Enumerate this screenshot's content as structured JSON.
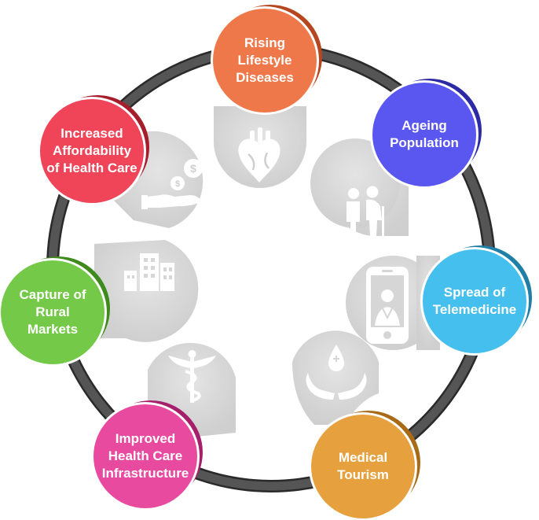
{
  "nodes": [
    {
      "id": "rising-lifestyle-diseases",
      "lines": [
        "Rising",
        "Lifestyle",
        "Diseases"
      ],
      "color": "#ee7849",
      "shade": "#b5461f",
      "icon": "heart-icon"
    },
    {
      "id": "ageing-population",
      "lines": [
        "Ageing",
        "Population"
      ],
      "color": "#5a57f0",
      "shade": "#2d2aa6",
      "icon": "elderly-couple-icon"
    },
    {
      "id": "spread-of-telemedicine",
      "lines": [
        "Spread of",
        "Telemedicine"
      ],
      "color": "#45bfee",
      "shade": "#1f7fa6",
      "icon": "phone-doctor-icon"
    },
    {
      "id": "medical-tourism",
      "lines": [
        "Medical",
        "Tourism"
      ],
      "color": "#e6a03e",
      "shade": "#a86a16",
      "icon": "hands-drop-icon"
    },
    {
      "id": "improved-health-care-infrastructure",
      "lines": [
        "Improved",
        "Health Care",
        "Infrastructure"
      ],
      "color": "#e84aa0",
      "shade": "#a51f6a",
      "icon": "caduceus-icon"
    },
    {
      "id": "capture-of-rural-markets",
      "lines": [
        "Capture of",
        "Rural",
        "Markets"
      ],
      "color": "#74c948",
      "shade": "#3f8a1c",
      "icon": "buildings-icon"
    },
    {
      "id": "increased-affordability-of-health-care",
      "lines": [
        "Increased",
        "Affordability",
        "of Health Care"
      ],
      "color": "#f04458",
      "shade": "#a61d2c",
      "icon": "hand-coins-icon"
    }
  ],
  "colors": {
    "ring": "#555555",
    "ring_dark": "#2a2a2a",
    "icon_bg": "#d9d9d9",
    "icon_fg": "#ffffff"
  }
}
